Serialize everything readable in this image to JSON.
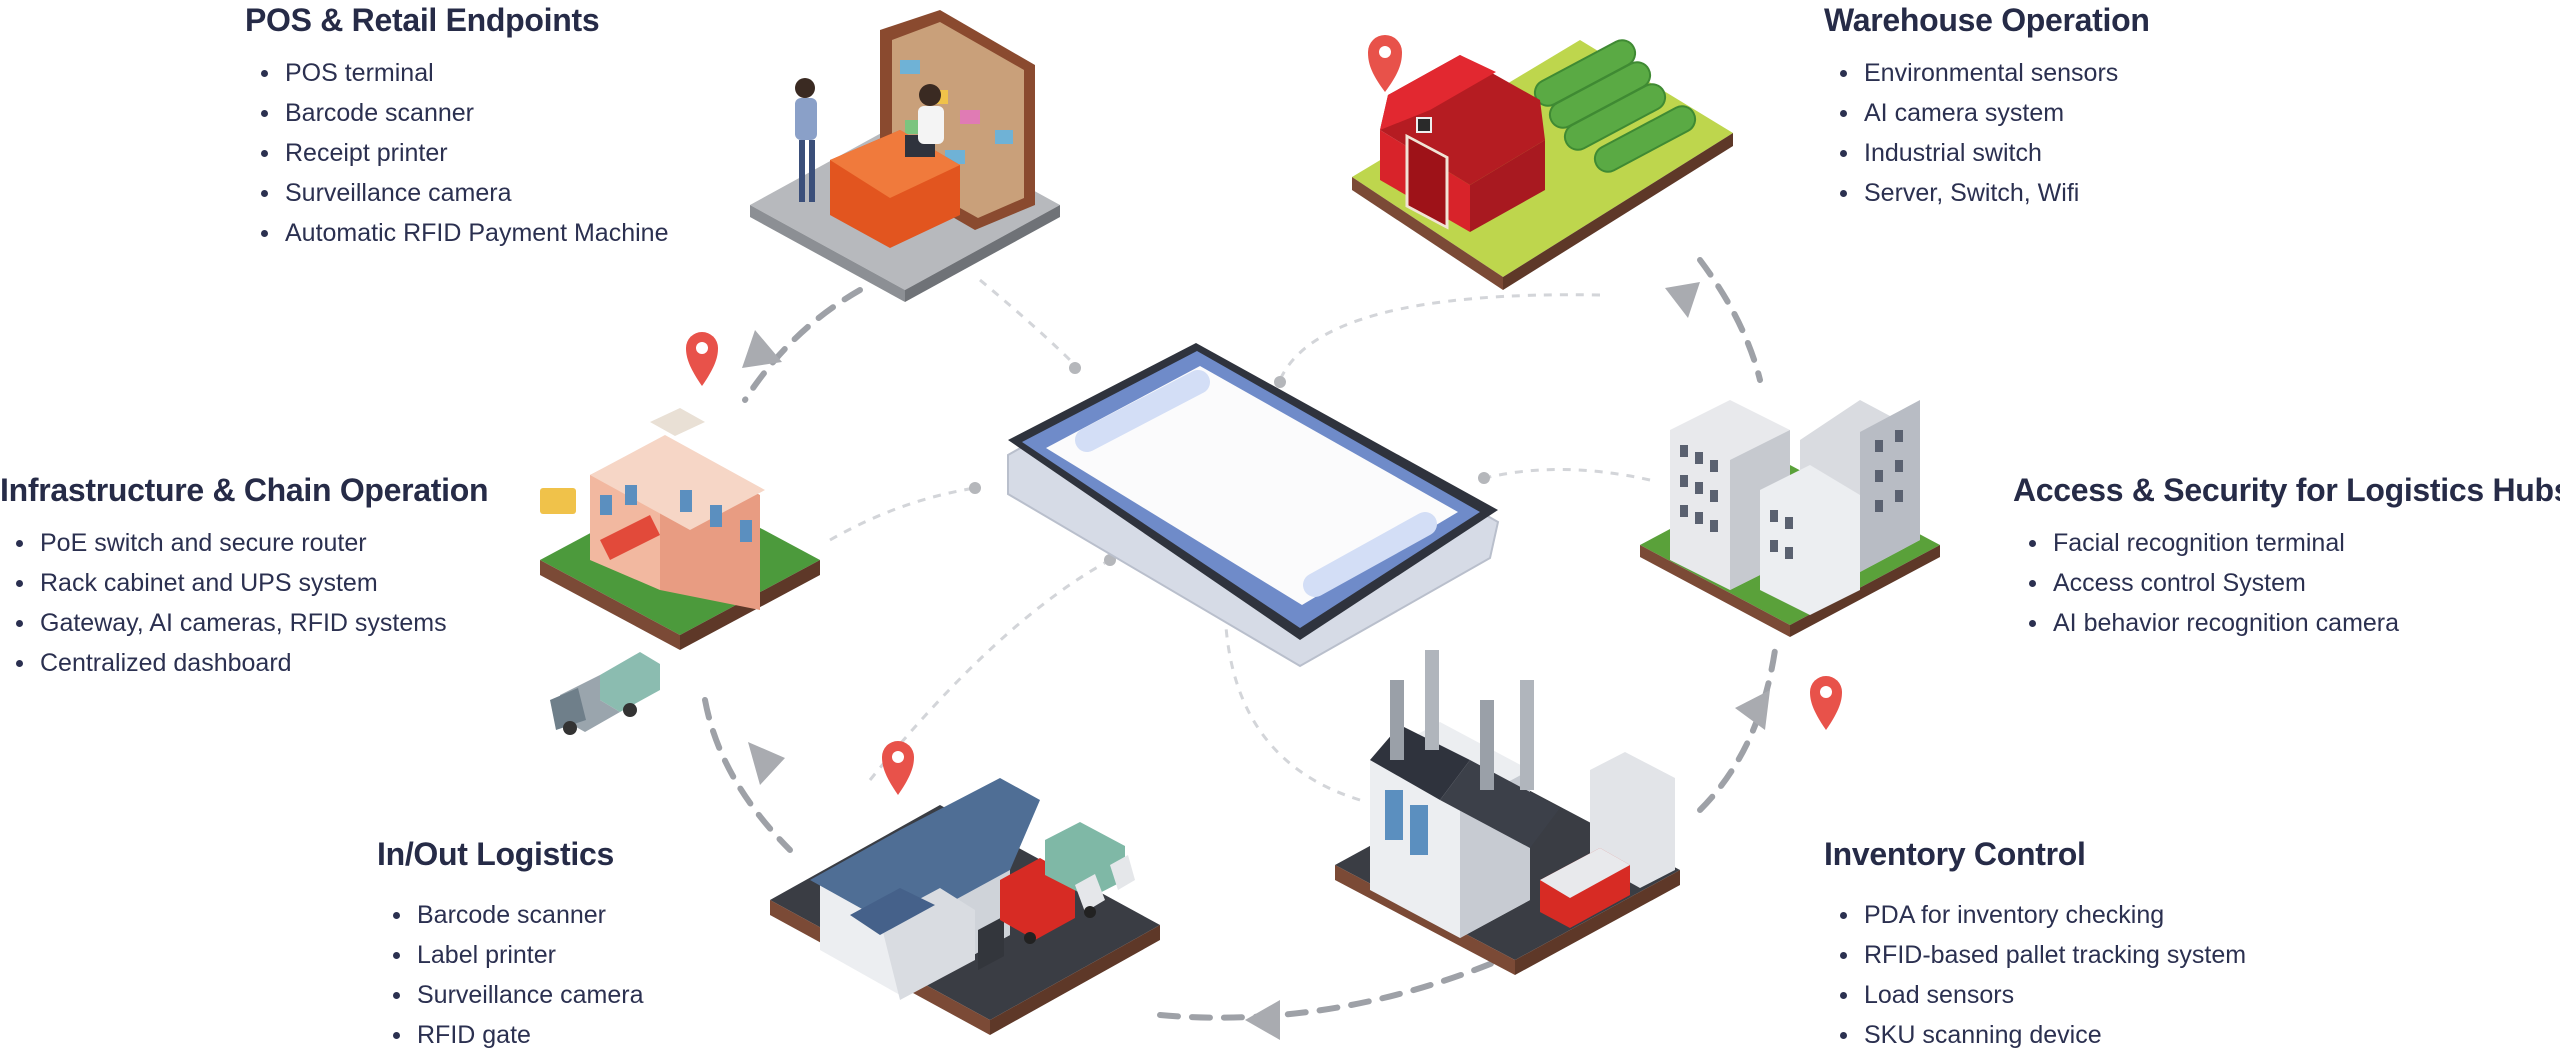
{
  "sections": {
    "pos": {
      "title": "POS & Retail Endpoints",
      "items": [
        "POS terminal",
        "Barcode scanner",
        "Receipt printer",
        "Surveillance camera",
        "Automatic RFID Payment Machine"
      ]
    },
    "warehouse": {
      "title": "Warehouse Operation",
      "items": [
        "Environmental sensors",
        "AI camera system",
        "Industrial switch",
        "Server, Switch, Wifi"
      ]
    },
    "infrastructure": {
      "title": "Infrastructure & Chain Operation",
      "items": [
        "PoE switch and secure router",
        "Rack cabinet and UPS system",
        "Gateway, AI cameras, RFID systems",
        "Centralized dashboard"
      ]
    },
    "access": {
      "title": "Access & Security for Logistics Hubs",
      "items": [
        "Facial recognition terminal",
        "Access control System",
        "AI behavior recognition camera"
      ]
    },
    "logistics": {
      "title": "In/Out Logistics",
      "items": [
        "Barcode scanner",
        "Label printer",
        "Surveillance camera",
        "RFID gate"
      ]
    },
    "inventory": {
      "title": "Inventory Control",
      "items": [
        "PDA for inventory checking",
        "RFID-based pallet tracking system",
        "Load sensors",
        "SKU scanning device"
      ]
    }
  },
  "colors": {
    "text": "#262b47",
    "pin": "#e8524a",
    "flow": "#a9acb2",
    "phone_screen": "#6f8bc9"
  }
}
